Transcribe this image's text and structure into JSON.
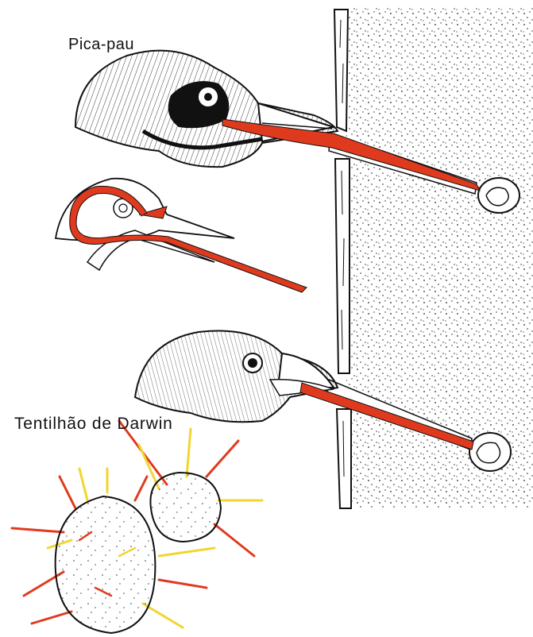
{
  "labels": {
    "woodpecker": "Pica-pau",
    "finch": "Tentilhão de Darwin"
  },
  "colors": {
    "tongue": "#e03a1e",
    "spine_tip": "#f2d530",
    "ink": "#111111",
    "paper": "#ffffff"
  },
  "icons": [
    "woodpecker-head",
    "woodpecker-skull-tongue-diagram",
    "finch-head",
    "tree-trunk",
    "cactus-pad"
  ]
}
